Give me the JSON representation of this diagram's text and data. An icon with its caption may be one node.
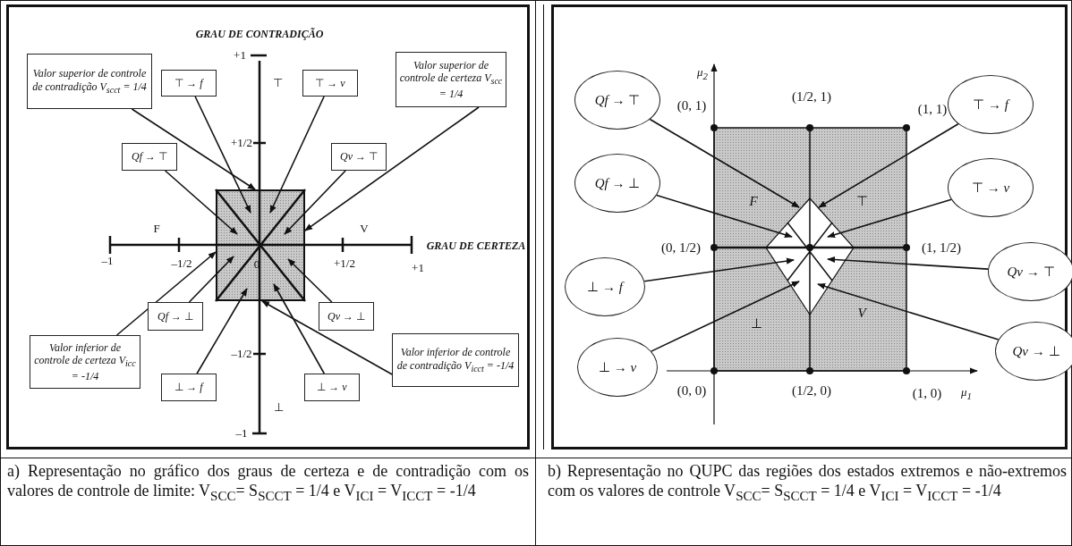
{
  "diagram": {
    "nodes": [
      {
        "text": [
          "Valor superior de controle de contradição V$_{scct}$ = 1/4"
        ]
      },
      {
        "text": [
          "⊤ → *f*"
        ]
      },
      {
        "text": [
          "⊤ → *v*"
        ]
      },
      {
        "text": [
          "Valor superior de controle de certeza V$_{scc}$ = 1/4"
        ]
      },
      {
        "text": [
          "*Qf* → ⊤"
        ]
      },
      {
        "text": [
          "*Qv* → ⊤"
        ]
      },
      {
        "text": [
          "*Qf* → ⊥"
        ]
      },
      {
        "text": [
          "*Qv* → ⊥"
        ]
      },
      {
        "text": [
          "Valor inferior de controle de certeza V$_{icc}$ = -1/4"
        ]
      },
      {
        "text": [
          "Valor inferior de controle de contradição V$_{icct}$ = -1/4"
        ]
      },
      {
        "text": [
          "⊥ → *f*"
        ]
      },
      {
        "text": [
          "⊥ → *v*"
        ]
      },
      {
        "text": [
          "*Qf* → ⊤"
        ]
      },
      {
        "text": [
          "⊤ → *f*"
        ]
      },
      {
        "text": [
          "*Qf* → ⊥"
        ]
      },
      {
        "text": [
          "⊤ → *v*"
        ]
      },
      {
        "text": [
          "*Qv* → ⊤"
        ]
      },
      {
        "text": [
          "⊥ → *f*"
        ]
      },
      {
        "text": [
          "⊥ → *v*"
        ]
      },
      {
        "text": [
          "*Qv* → ⊥"
        ]
      },
      {
        "text": [],
        "shape": "box"
      }
    ],
    "edges": [
      {
        "from": 0,
        "to": 20,
        "arrow": "to"
      },
      {
        "from": 1,
        "to": 20,
        "arrow": "to"
      },
      {
        "from": 2,
        "to": 20,
        "arrow": "to"
      },
      {
        "from": 3,
        "to": 20,
        "arrow": "to"
      },
      {
        "from": 4,
        "to": 20,
        "arrow": "to"
      },
      {
        "from": 5,
        "to": 20,
        "arrow": "to"
      },
      {
        "from": 6,
        "to": 20,
        "arrow": "to"
      },
      {
        "from": 7,
        "to": 20,
        "arrow": "to"
      },
      {
        "from": 8,
        "to": 20,
        "arrow": "to"
      },
      {
        "from": 9,
        "to": 20,
        "arrow": "to"
      },
      {
        "from": 10,
        "to": 20,
        "arrow": "to"
      },
      {
        "from": 11,
        "to": 20,
        "arrow": "to"
      },
      {
        "from": 12,
        "to": null,
        "arrow": "to"
      },
      {
        "from": 13,
        "to": null,
        "arrow": "to"
      },
      {
        "from": 14,
        "to": null,
        "arrow": "to"
      },
      {
        "from": 15,
        "to": null,
        "arrow": "to"
      },
      {
        "from": 16,
        "to": null,
        "arrow": "to"
      },
      {
        "from": 17,
        "to": null,
        "arrow": "to"
      },
      {
        "from": 18,
        "to": null,
        "arrow": "to"
      },
      {
        "from": 19,
        "to": null,
        "arrow": "to"
      }
    ],
    "labels": [
      "GRAU DE CONTRADIÇÃO",
      "+1",
      "⊤",
      "+1/2",
      "F",
      "V",
      "GRAU DE CERTEZA",
      "–1",
      "–1/2",
      "0",
      "+1/2",
      "+1",
      "–1/2",
      "⊥",
      "–1",
      "μ$_{2}$",
      "(0, 1)",
      "(1/2, 1)",
      "(1, 1)",
      "F",
      "⊤",
      "(0, 1/2)",
      "(1, 1/2)",
      "⊥",
      "V",
      "(0, 0)",
      "(1/2, 0)",
      "(1, 0)",
      "μ$_{1}$",
      "a) Representação no gráfico dos graus de certeza e de contradição com os valores de controle de limite: V$_{SCC}$= S$_{SCCT}$ = 1/4 e V$_{ICI}$ = V$_{ICCT}$ = -1/4",
      "b) Representação no QUPC das regiões dos estados extremos e não-extremos com os valores de controle V$_{SCC}$= S$_{SCCT}$ = 1/4 e V$_{ICI}$ = V$_{ICCT}$ = -1/4"
    ]
  }
}
